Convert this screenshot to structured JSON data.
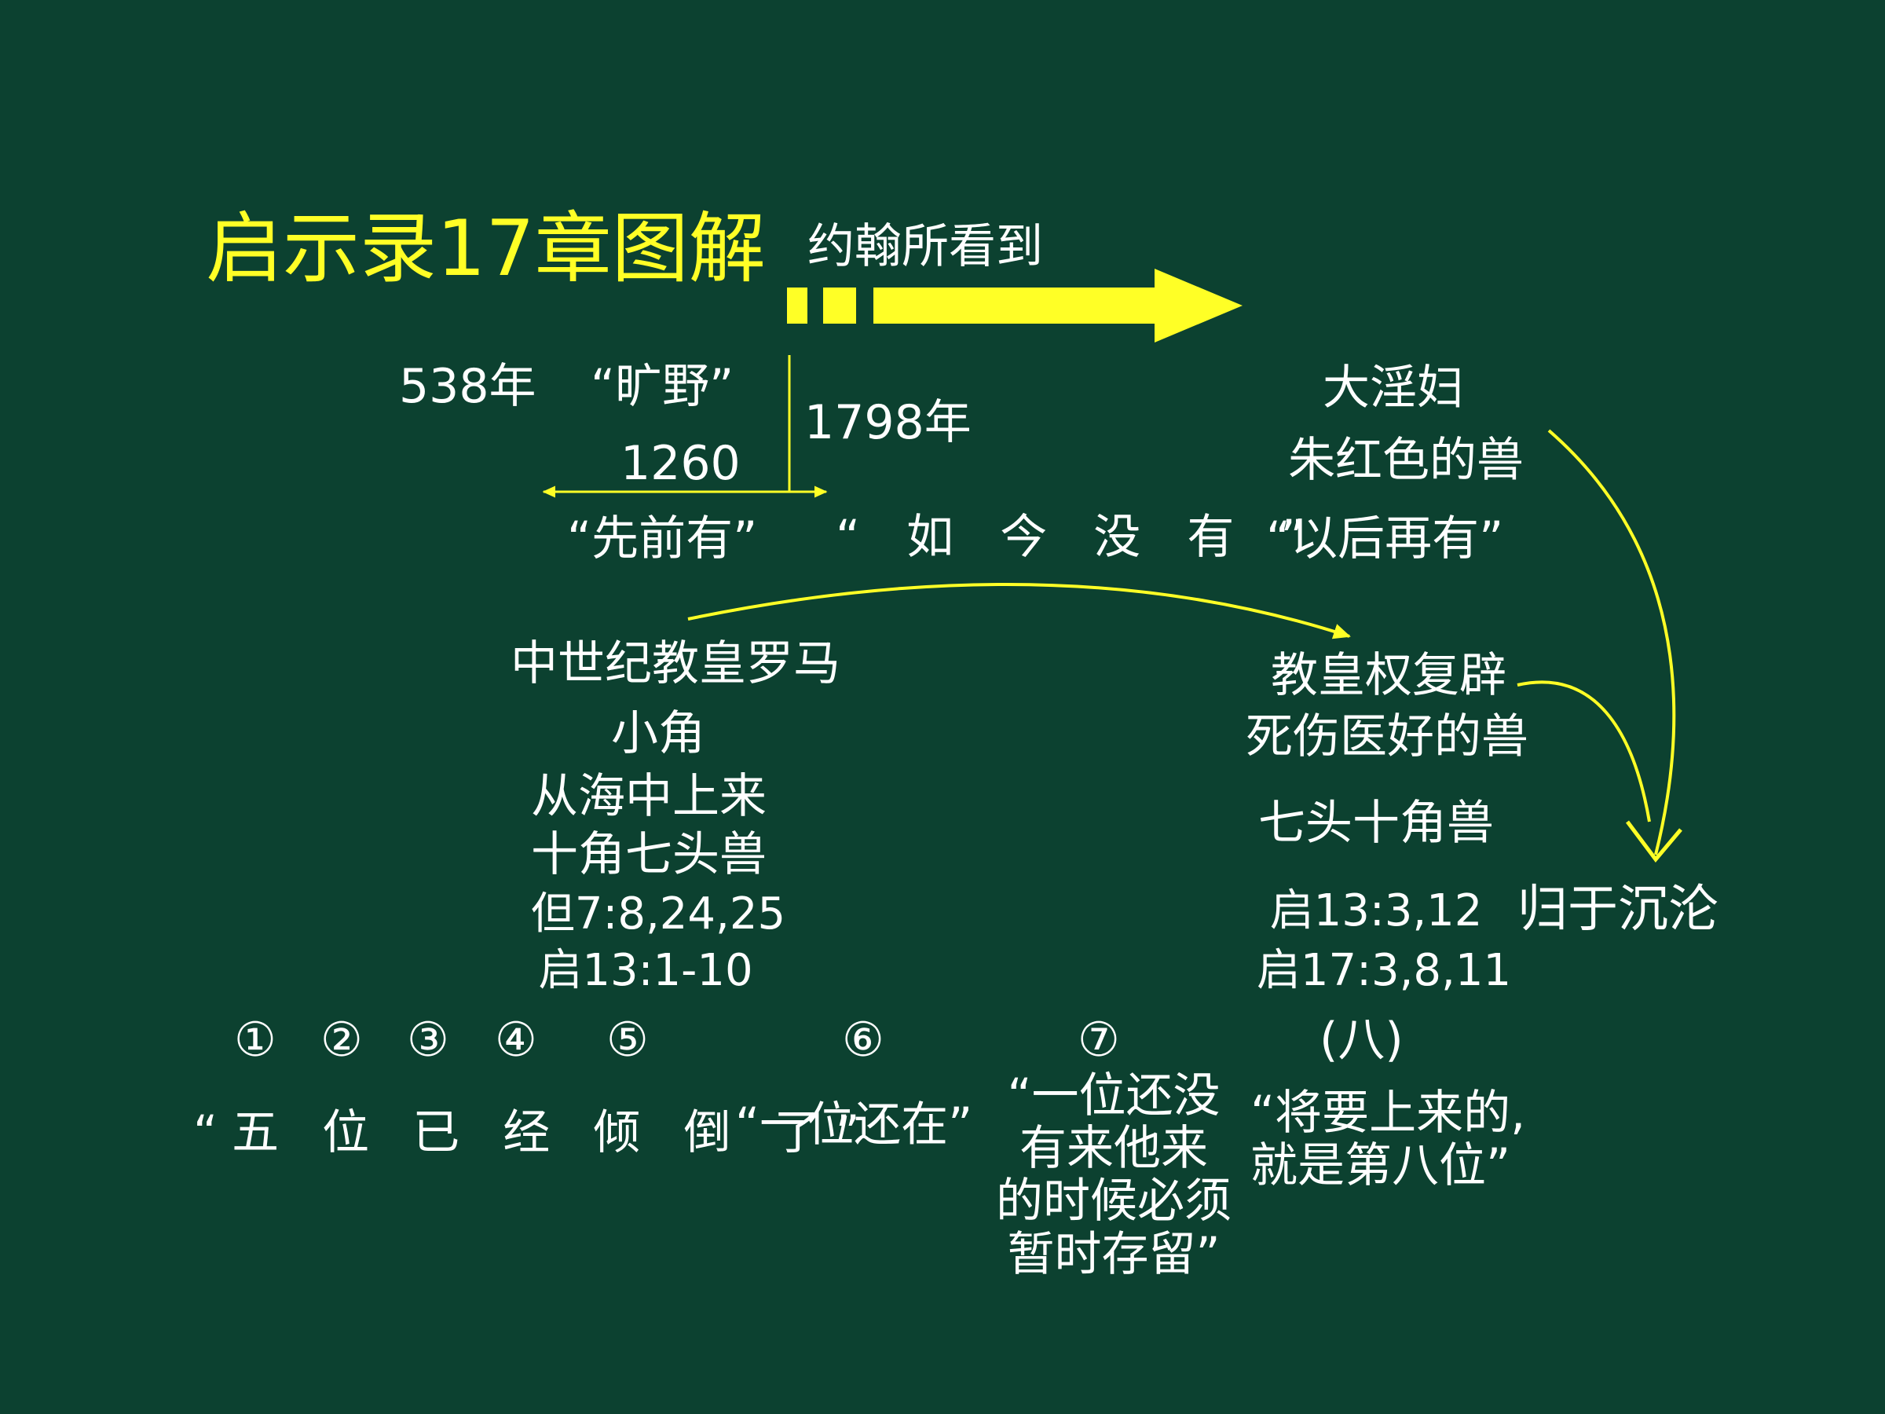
{
  "title": "启示录17章图解",
  "colors": {
    "background": "#0c4130",
    "accent": "#ffff26",
    "text": "#ffffff"
  },
  "top": {
    "seen_label": "约翰所看到",
    "year_start": "538年",
    "wilderness": "“旷野”",
    "year_end": "1798年",
    "period": "1260",
    "great_harlot": "大淫妇",
    "scarlet_beast": "朱红色的兽"
  },
  "phases": {
    "was": "“先前有”",
    "is_not": "“ 如 今 没 有 ”",
    "will_be": "“以后再有”"
  },
  "left_column": {
    "line1": "中世纪教皇罗马",
    "line2": "小角",
    "line3": "从海中上来",
    "line4": "十角七头兽",
    "ref1": "但7:8,24,25",
    "ref2": "启13:1-10"
  },
  "right_column": {
    "line1": "教皇权复辟",
    "line2": "死伤医好的兽",
    "line3": "七头十角兽",
    "ref1": "启13:3,12",
    "ref2": "启17:3,8,11",
    "perdition": "归于沉沦"
  },
  "kings": {
    "n1": "①",
    "n2": "②",
    "n3": "③",
    "n4": "④",
    "n5": "⑤",
    "n6": "⑥",
    "n7": "⑦",
    "n8": "(八)"
  },
  "bottom": {
    "five_fallen": "“五 位 已 经 倾 倒 了”",
    "one_is": "“一位还在”",
    "seventh": "“一位还没\n有来他来\n的时候必须\n暂时存留”",
    "eighth": "“将要上来的,\n就是第八位”"
  }
}
